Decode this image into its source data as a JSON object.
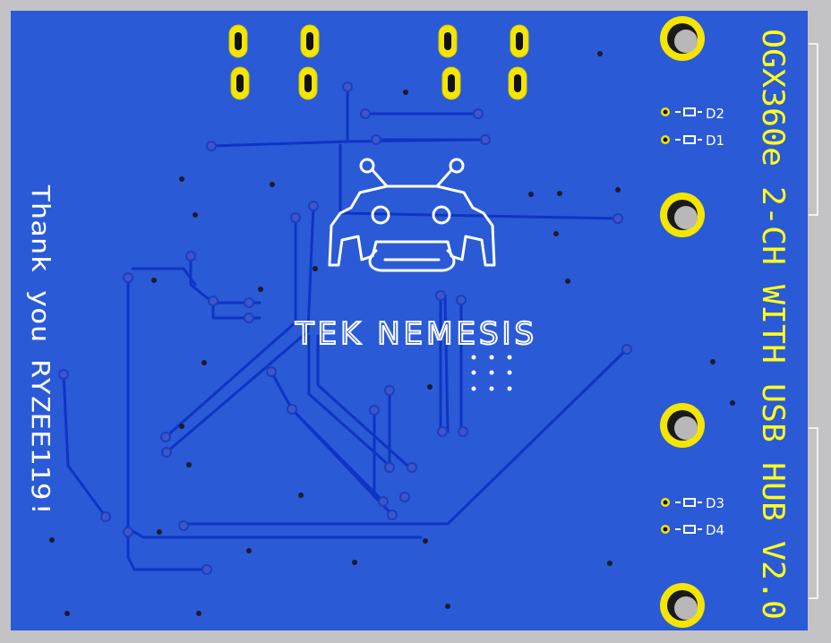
{
  "board": {
    "title_text": "OGX360e 2-CH WITH USB HUB V2.0",
    "thanks_text": "Thank you RYZEE119!",
    "brand_text": "TEK NEMESIS",
    "leds": [
      {
        "label": "D2"
      },
      {
        "label": "D1"
      },
      {
        "label": "D3"
      },
      {
        "label": "D4"
      }
    ]
  },
  "colors": {
    "background": "#c3c3c6",
    "copper": "#2a5ad6",
    "trace": "#0f34c2",
    "silkscreen_yellow": "#ffff1e",
    "silkscreen_white": "#ffffff",
    "pad_gold": "#f4e600",
    "hole": "#b8b8b8",
    "outline": "#ffffff"
  },
  "icons": [
    "space-invader-logo-icon"
  ]
}
